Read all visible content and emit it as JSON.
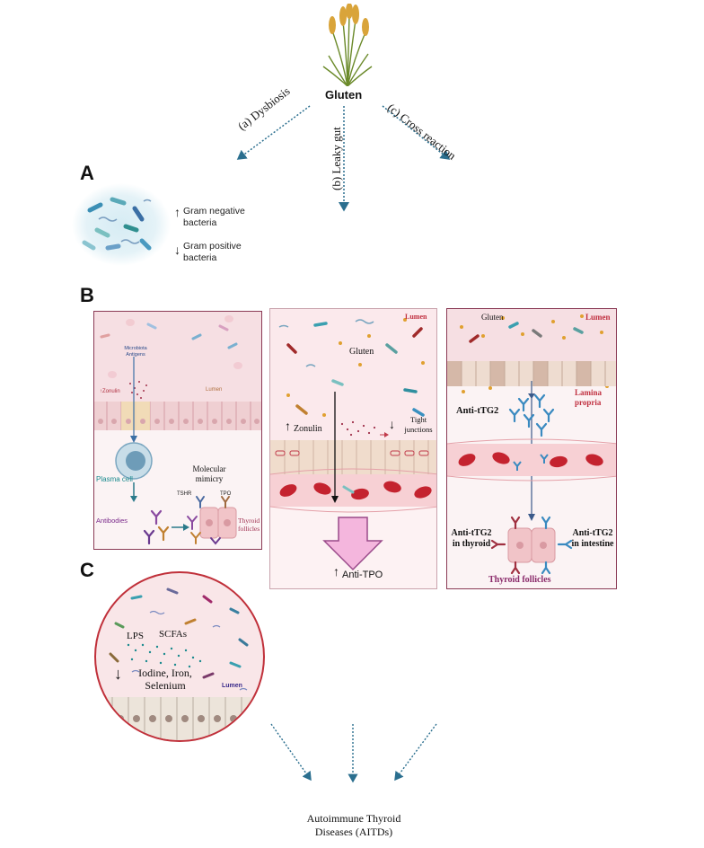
{
  "top": {
    "source": "Gluten",
    "arrow_a": "(a) Dysbiosis",
    "arrow_b": "(b) Leaky gut",
    "arrow_c": "(c) Cross reaction"
  },
  "panel_a": {
    "letter": "A",
    "gram_negative": "Gram negative bacteria",
    "gram_positive": "Gram positive bacteria"
  },
  "panel_b": {
    "letter": "B",
    "left": {
      "microbiota": "Microbiota Antigens",
      "zonulin": "↑Zonulin",
      "lumen": "Lumen",
      "plasma_cell": "Plasma cell",
      "molecular_mimicry": "Molecular mimicry",
      "tshr": "TSHR",
      "tpo": "TPO",
      "antibodies": "Antibodies",
      "thyroid_follicles": "Thyroid follicles"
    },
    "middle": {
      "lumen": "Lumen",
      "gluten": "Gluten",
      "zonulin": "Zonulin",
      "tight_junctions": "Tight junctions",
      "anti_tpo": "Anti-TPO"
    },
    "right": {
      "gluten": "Gluten",
      "lumen": "Lumen",
      "lamina_propria": "Lamina propria",
      "anti_ttg2": "Anti-tTG2",
      "anti_ttg2_thyroid": "Anti-tTG2 in thyroid",
      "anti_ttg2_intestine": "Anti-tTG2 in intestine",
      "thyroid_follicles": "Thyroid follicles"
    }
  },
  "panel_c": {
    "letter": "C",
    "lps": "LPS",
    "scfas": "SCFAs",
    "nutrients": "Iodine, Iron, Selenium",
    "lumen": "Lumen"
  },
  "bottom": {
    "outcome": "Autoimmune Thyroid Diseases (AITDs)"
  },
  "colors": {
    "dotted_arrow": "#2b6f8f",
    "lumen_pink": "#f7dfe2",
    "panel_border": "#8a3a55",
    "rbc": "#c4232f",
    "cell_beige": "#e8d8c8",
    "big_arrow": "#f4b6dd",
    "accent_purple": "#7a2a6a",
    "teal": "#1a8a8e"
  }
}
